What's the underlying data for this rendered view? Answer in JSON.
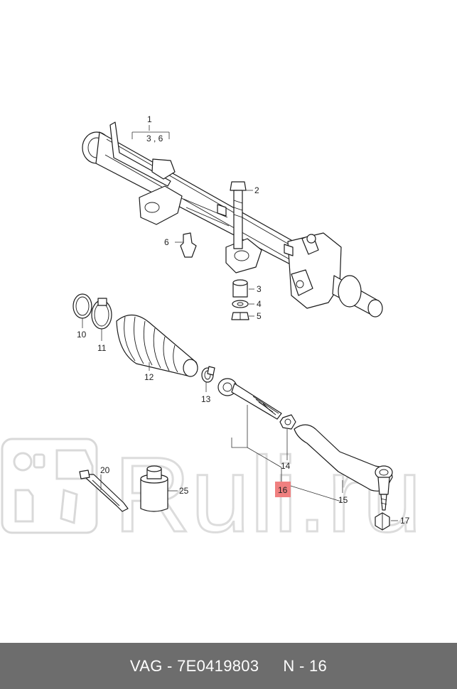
{
  "diagram": {
    "labels": {
      "l1": "1",
      "l36": "3 , 6",
      "l2": "2",
      "l3": "3",
      "l4": "4",
      "l5": "5",
      "l6": "6",
      "l10": "10",
      "l11": "11",
      "l12": "12",
      "l13": "13",
      "l14": "14",
      "l15": "15",
      "l16": "16",
      "l17": "17",
      "l20": "20",
      "l25": "25"
    },
    "highlight_color": "#f08080",
    "watermark": "Ruli.ru"
  },
  "footer": {
    "brand": "VAG - 7E0419803",
    "ref": "N - 16",
    "background": "#6d6d6d"
  }
}
